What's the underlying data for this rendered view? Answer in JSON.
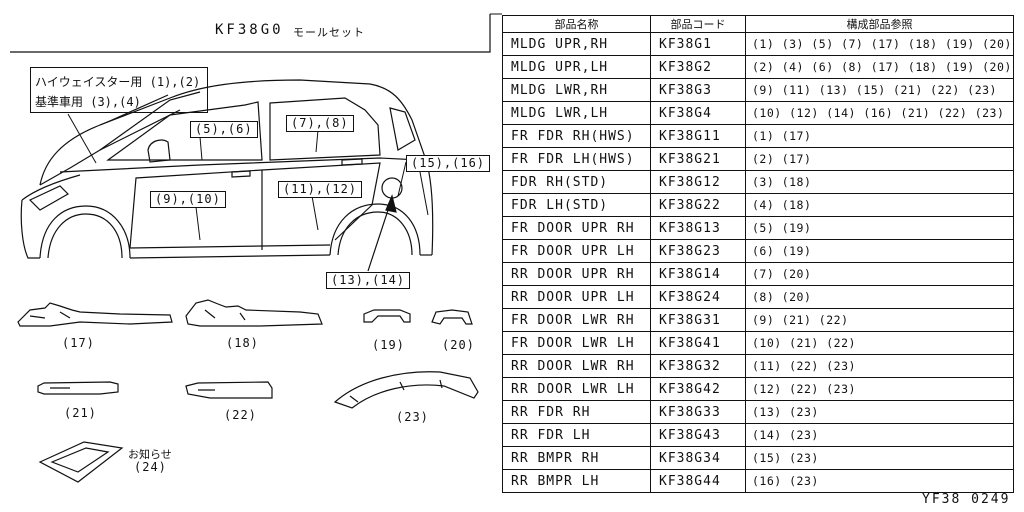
{
  "header": {
    "kit_code": "KF38G0",
    "kit_name": "モールセット"
  },
  "legend": {
    "highway_star": "ハイウェイスター用 (1),(2)",
    "standard": "基準車用 (3),(4)"
  },
  "callouts": {
    "c5_6": "(5),(6)",
    "c7_8": "(7),(8)",
    "c9_10": "(9),(10)",
    "c11_12": "(11),(12)",
    "c13_14": "(13),(14)",
    "c15_16": "(15),(16)"
  },
  "part_labels": {
    "p17": "(17)",
    "p18": "(18)",
    "p19": "(19)",
    "p20": "(20)",
    "p21": "(21)",
    "p22": "(22)",
    "p23": "(23)",
    "p24_line1": "お知らせ",
    "p24_line2": "(24)"
  },
  "table": {
    "headers": [
      "部品名称",
      "部品コード",
      "構成部品参照"
    ],
    "rows": [
      {
        "name": "MLDG UPR,RH",
        "code": "KF38G1",
        "refs": "(1) (3) (5) (7) (17) (18) (19) (20)"
      },
      {
        "name": "MLDG UPR,LH",
        "code": "KF38G2",
        "refs": "(2) (4) (6) (8) (17) (18) (19) (20)"
      },
      {
        "name": "MLDG LWR,RH",
        "code": "KF38G3",
        "refs": "(9) (11) (13) (15) (21) (22) (23)"
      },
      {
        "name": "MLDG LWR,LH",
        "code": "KF38G4",
        "refs": "(10) (12) (14) (16) (21) (22) (23)"
      },
      {
        "name": "FR FDR RH(HWS)",
        "code": "KF38G11",
        "refs": "(1) (17)"
      },
      {
        "name": "FR FDR LH(HWS)",
        "code": "KF38G21",
        "refs": "(2) (17)"
      },
      {
        "name": "FDR RH(STD)",
        "code": "KF38G12",
        "refs": "(3) (18)"
      },
      {
        "name": "FDR LH(STD)",
        "code": "KF38G22",
        "refs": "(4) (18)"
      },
      {
        "name": "FR DOOR UPR RH",
        "code": "KF38G13",
        "refs": "(5) (19)"
      },
      {
        "name": "FR DOOR UPR LH",
        "code": "KF38G23",
        "refs": "(6) (19)"
      },
      {
        "name": "RR DOOR UPR RH",
        "code": "KF38G14",
        "refs": "(7) (20)"
      },
      {
        "name": "RR DOOR UPR LH",
        "code": "KF38G24",
        "refs": "(8) (20)"
      },
      {
        "name": "FR DOOR LWR RH",
        "code": "KF38G31",
        "refs": "(9) (21) (22)"
      },
      {
        "name": "FR DOOR LWR LH",
        "code": "KF38G41",
        "refs": "(10) (21) (22)"
      },
      {
        "name": "RR DOOR LWR RH",
        "code": "KF38G32",
        "refs": "(11) (22) (23)"
      },
      {
        "name": "RR DOOR LWR LH",
        "code": "KF38G42",
        "refs": "(12) (22) (23)"
      },
      {
        "name": "RR FDR RH",
        "code": "KF38G33",
        "refs": "(13) (23)"
      },
      {
        "name": "RR FDR LH",
        "code": "KF38G43",
        "refs": "(14) (23)"
      },
      {
        "name": "RR BMPR RH",
        "code": "KF38G34",
        "refs": "(15) (23)"
      },
      {
        "name": "RR BMPR LH",
        "code": "KF38G44",
        "refs": "(16) (23)"
      }
    ]
  },
  "footer": {
    "figure_id": "YF38 0249"
  }
}
